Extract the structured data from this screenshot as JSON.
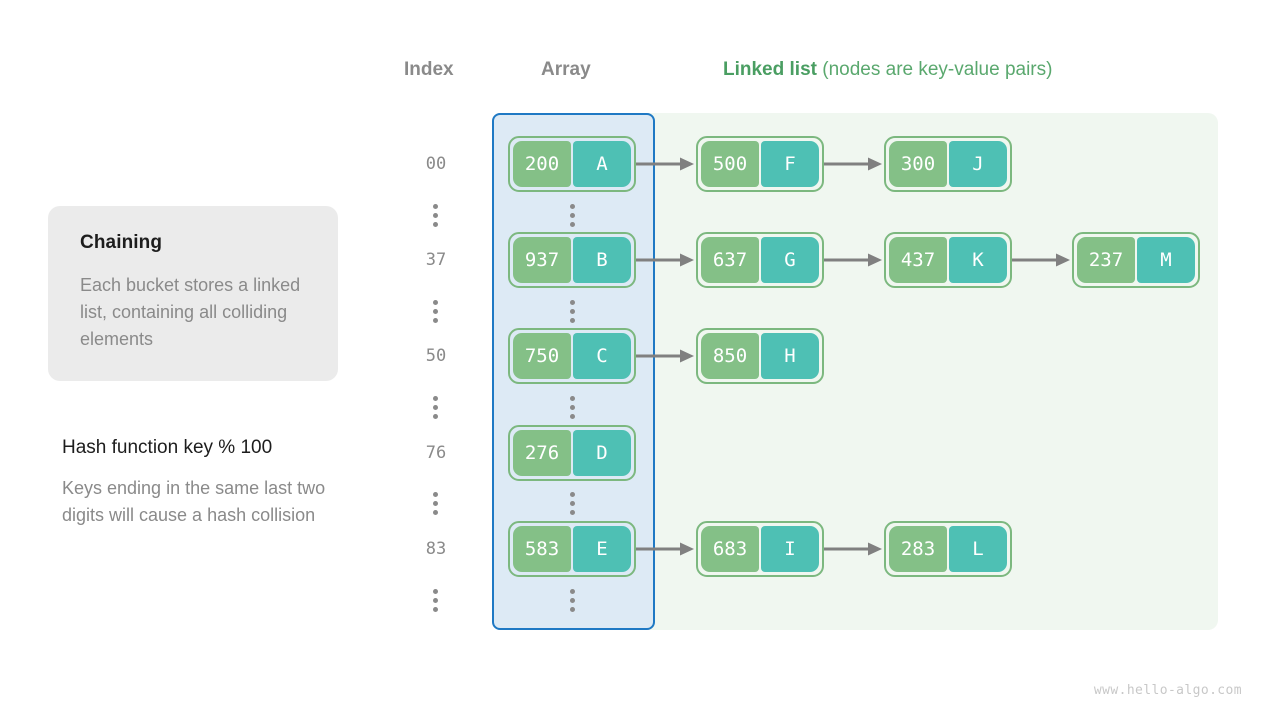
{
  "headers": {
    "index": "Index",
    "array": "Array",
    "linked_list_bold": "Linked list",
    "linked_list_rest": " (nodes are key-value pairs)"
  },
  "left_panel": {
    "card": {
      "title": "Chaining",
      "body": "Each bucket stores a linked list, containing all colliding elements"
    },
    "hash": {
      "title": "Hash function key % 100",
      "body": "Keys ending in the same last two digits will cause a hash collision"
    }
  },
  "colors": {
    "key_cell": "#84c087",
    "value_cell": "#4ec0b4",
    "node_border": "#7cb87f",
    "array_border": "#1f79c4",
    "array_fill": "#ddeaf5",
    "panel_fill": "#f0f7f0",
    "accent_green": "#4a9e62",
    "muted_text": "#8a8a8a",
    "arrow": "#808080"
  },
  "rows": [
    {
      "index": "00",
      "nodes": [
        {
          "key": "200",
          "value": "A"
        },
        {
          "key": "500",
          "value": "F"
        },
        {
          "key": "300",
          "value": "J"
        }
      ]
    },
    {
      "index": "37",
      "nodes": [
        {
          "key": "937",
          "value": "B"
        },
        {
          "key": "637",
          "value": "G"
        },
        {
          "key": "437",
          "value": "K"
        },
        {
          "key": "237",
          "value": "M"
        }
      ]
    },
    {
      "index": "50",
      "nodes": [
        {
          "key": "750",
          "value": "C"
        },
        {
          "key": "850",
          "value": "H"
        }
      ]
    },
    {
      "index": "76",
      "nodes": [
        {
          "key": "276",
          "value": "D"
        }
      ]
    },
    {
      "index": "83",
      "nodes": [
        {
          "key": "583",
          "value": "E"
        },
        {
          "key": "683",
          "value": "I"
        },
        {
          "key": "283",
          "value": "L"
        }
      ]
    }
  ],
  "ellipsis_count": 6,
  "watermark": "www.hello-algo.com"
}
